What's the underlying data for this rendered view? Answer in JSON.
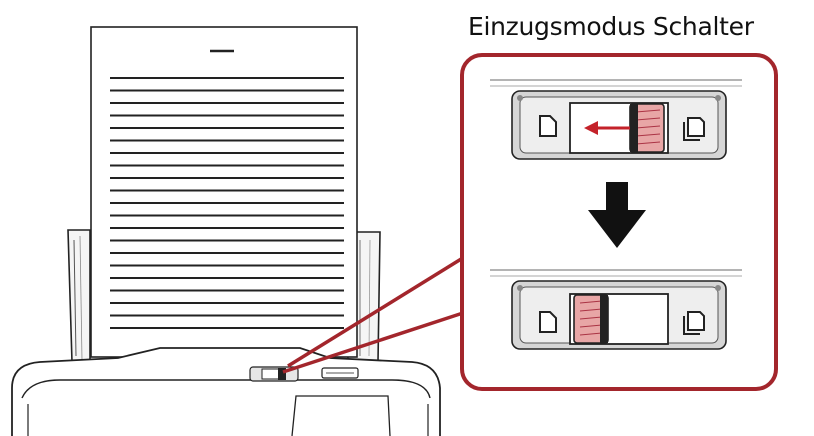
{
  "caption": "Einzugsmodus Schalter",
  "icons": {
    "arrow_small": "arrow-left-icon",
    "arrow_large": "arrow-down-icon",
    "mode_single": "single-sheet-icon",
    "mode_stack": "stacked-sheets-icon"
  },
  "colors": {
    "callout_border": "#a3262c",
    "slider_knob": "#e8a6a6",
    "slider_arrow": "#c4222a",
    "outline": "#1e1e1e",
    "panel_gray": "#cfcfcf"
  },
  "switch_states": {
    "before": "right",
    "after": "left"
  }
}
